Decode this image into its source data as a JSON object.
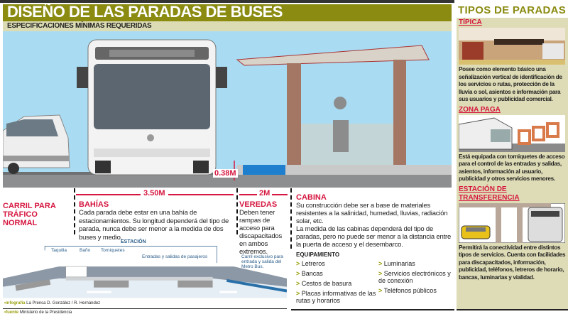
{
  "header": {
    "title": "DISEÑO DE LAS PARADAS DE BUSES",
    "subtitle": "ESPECIFICACIONES MÍNIMAS REQUERIDAS"
  },
  "dimensions": {
    "curb_height": "0.38M",
    "bay_width": "3.50M",
    "sidewalk_width": "2M"
  },
  "sections": {
    "lane": {
      "title": "CARRIL PARA TRÁFICO NORMAL"
    },
    "bays": {
      "title": "BAHÍAS",
      "text": "Cada  parada debe estar en una bahía de estacionamientos. Su longitud dependerá del tipo de parada, nunca debe ser menor a la medida de dos buses y medio."
    },
    "sidewalks": {
      "title": "VEREDAS",
      "text": "Deben tener rampas de acceso para discapacitados en ambos extremos."
    },
    "cabin": {
      "title": "CABINA",
      "text1": "Su construcción debe ser a base de materiales resistentes a la salinidad, humedad, lluvias, radiación solar, etc.",
      "text2": "La medida de las cabinas dependerá del tipo de paradas, pero no puede ser menor a la distancia entre la puerta de acceso y el desembarco."
    }
  },
  "equipment": {
    "title": "EQUIPAMIENTO",
    "items": [
      "Letreros",
      "Bancas",
      "Cestos de basura",
      "Placas informativas de las rutas  y horarios",
      "Luminarias",
      "Servicios electrónicos y de conexión",
      "Teléfonos públicos"
    ]
  },
  "station_diagram": {
    "title": "ESTACIÓN",
    "labels": [
      "Taquilla",
      "Baño",
      "Torniquetes",
      "Entradas y salidas de pasajeros",
      "Carril exclusivo para entrada y salida del Metro Bus."
    ]
  },
  "credits": {
    "infographic_label": "infografía",
    "infographic": "La Prensa D. González / R. Hernández",
    "source_label": "fuente",
    "source": "Ministerio de la Presidencia"
  },
  "types": {
    "title": "TIPOS DE  PARADAS",
    "items": [
      {
        "title": "TÍPICA",
        "text": "Posee como elemento básico una señalización vertical de identificación de los servicios o rutas, protección de la lluvia o sol, asientos e información para sus usuarios y publicidad comercial."
      },
      {
        "title": "ZONA PAGA",
        "text": "Está equipada con torniquetes de acceso para el control de las entradas y salidas, asientos, información al usuario, publicidad y otros servicios menores."
      },
      {
        "title": "ESTACIÓN DE TRANSFERENCIA",
        "text": "Permitirá la conectividad entre distintos tipos de servicios. Cuenta con facilidades para discapacitados, información, publicidad, teléfonos, letreros de horario, bancas, luminarias y vialidad."
      }
    ]
  },
  "colors": {
    "accent": "#d6163f",
    "olive": "#8b8b12",
    "sky": "#a9dcf2",
    "panel": "#dedcb6"
  }
}
